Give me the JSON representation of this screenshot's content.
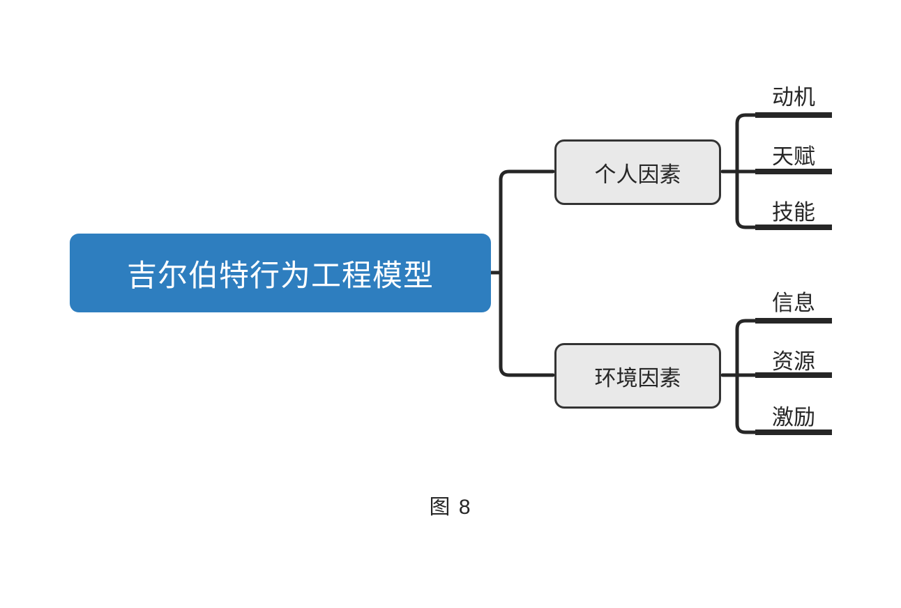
{
  "diagram": {
    "type": "mind-map",
    "orientation": "left-to-right",
    "background_color": "#FFFFFF",
    "root": {
      "label": "吉尔伯特行为工程模型",
      "fill_color": "#2E7EBF",
      "text_color": "#FFFFFF"
    },
    "branches": [
      {
        "label": "个人因素",
        "fill_color": "#E9E9E9",
        "border_color": "#333333",
        "text_color": "#262626",
        "leaves": [
          {
            "label": "动机"
          },
          {
            "label": "天赋"
          },
          {
            "label": "技能"
          }
        ]
      },
      {
        "label": "环境因素",
        "fill_color": "#E9E9E9",
        "border_color": "#333333",
        "text_color": "#262626",
        "leaves": [
          {
            "label": "信息"
          },
          {
            "label": "资源"
          },
          {
            "label": "激励"
          }
        ]
      }
    ],
    "connector_color": "#262626",
    "leaf_underline_color": "#262626"
  },
  "caption": {
    "text": "图 8"
  }
}
